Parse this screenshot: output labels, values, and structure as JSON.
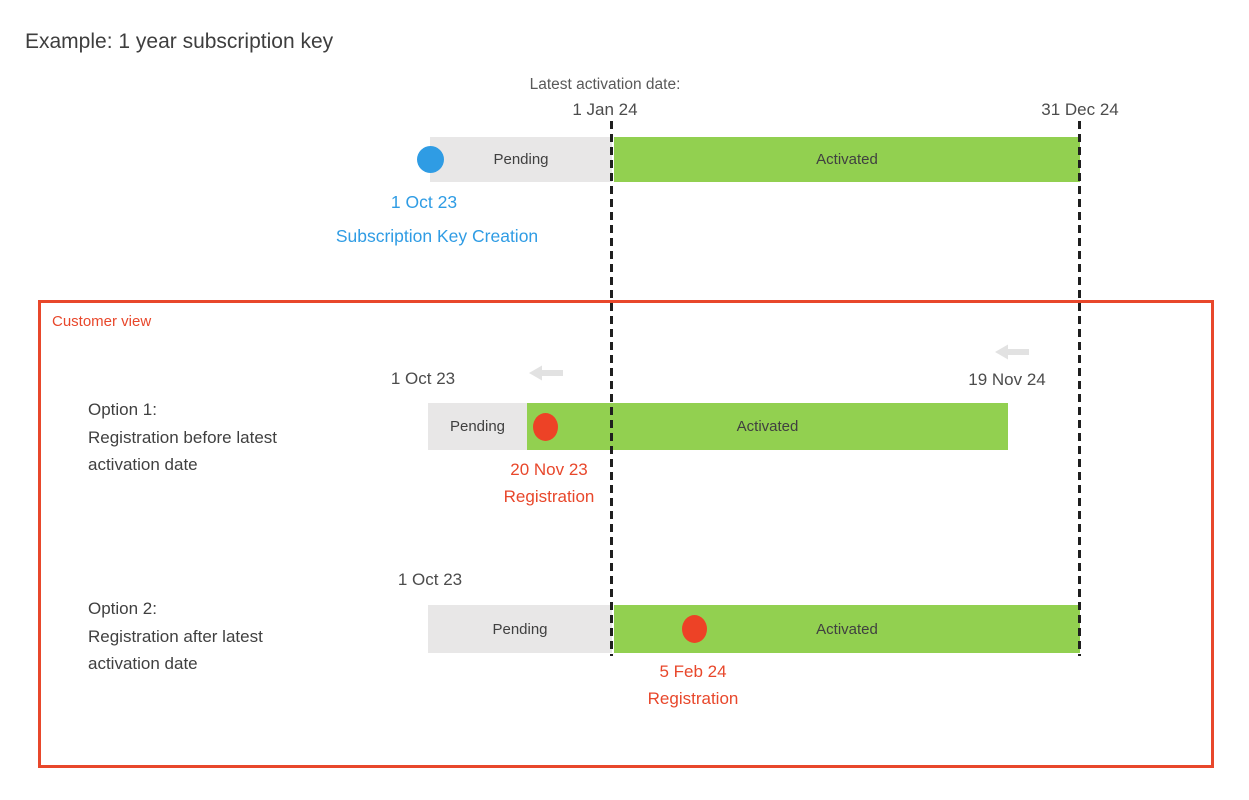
{
  "title": "Example: 1 year subscription key",
  "axis": {
    "latest_activation_label": "Latest activation date:",
    "latest_activation_date": "1 Jan 24",
    "subscription_end_date": "31 Dec 24"
  },
  "key_timeline": {
    "creation_date": "1 Oct 23",
    "creation_label": "Subscription Key Creation",
    "pending_label": "Pending",
    "activated_label": "Activated"
  },
  "customer_view": {
    "title": "Customer view",
    "options": [
      {
        "heading": "Option 1:",
        "description_line_1": "Registration before latest",
        "description_line_2": "activation date",
        "start_date": "1 Oct 23",
        "end_date": "19 Nov 24",
        "pending_label": "Pending",
        "activated_label": "Activated",
        "registration_date": "20 Nov 23",
        "registration_label": "Registration"
      },
      {
        "heading": "Option 2:",
        "description_line_1": "Registration after latest",
        "description_line_2": "activation date",
        "start_date": "1 Oct 23",
        "pending_label": "Pending",
        "activated_label": "Activated",
        "registration_date": "5 Feb 24",
        "registration_label": "Registration"
      }
    ]
  },
  "colors": {
    "pending_gray": "#E8E7E7",
    "activated_green": "#92D050",
    "creation_blue": "#2F9CE4",
    "registration_red": "#ED4226",
    "customer_box_red": "#E8472B"
  }
}
